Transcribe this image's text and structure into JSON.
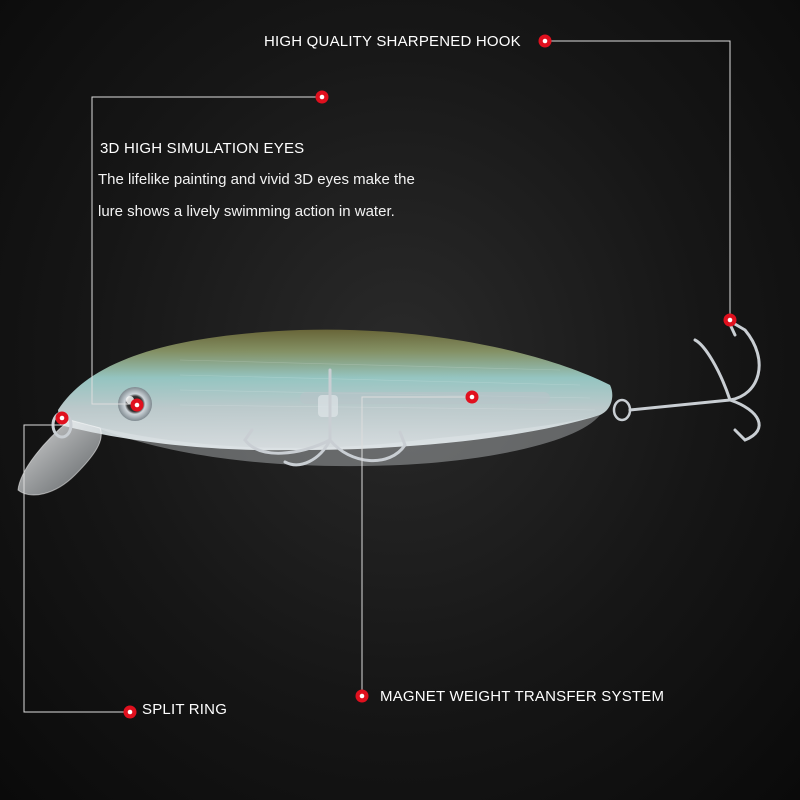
{
  "callouts": {
    "hook": {
      "label": "HIGH QUALITY SHARPENED HOOK"
    },
    "eyes": {
      "title": "3D HIGH SIMULATION EYES",
      "desc_line1": "The lifelike painting and vivid 3D eyes make the",
      "desc_line2": "lure shows a lively swimming action in water."
    },
    "split_ring": {
      "label": "SPLIT RING"
    },
    "magnet": {
      "label": "MAGNET WEIGHT TRANSFER SYSTEM"
    }
  },
  "colors": {
    "background": "#141414",
    "marker": "#e0101e",
    "leader_line": "#dddddd",
    "lure_back": "#6e6b3a",
    "lure_body": "#9fd3cf",
    "lure_belly": "#d6dde0",
    "hook": "#c9ced3"
  }
}
